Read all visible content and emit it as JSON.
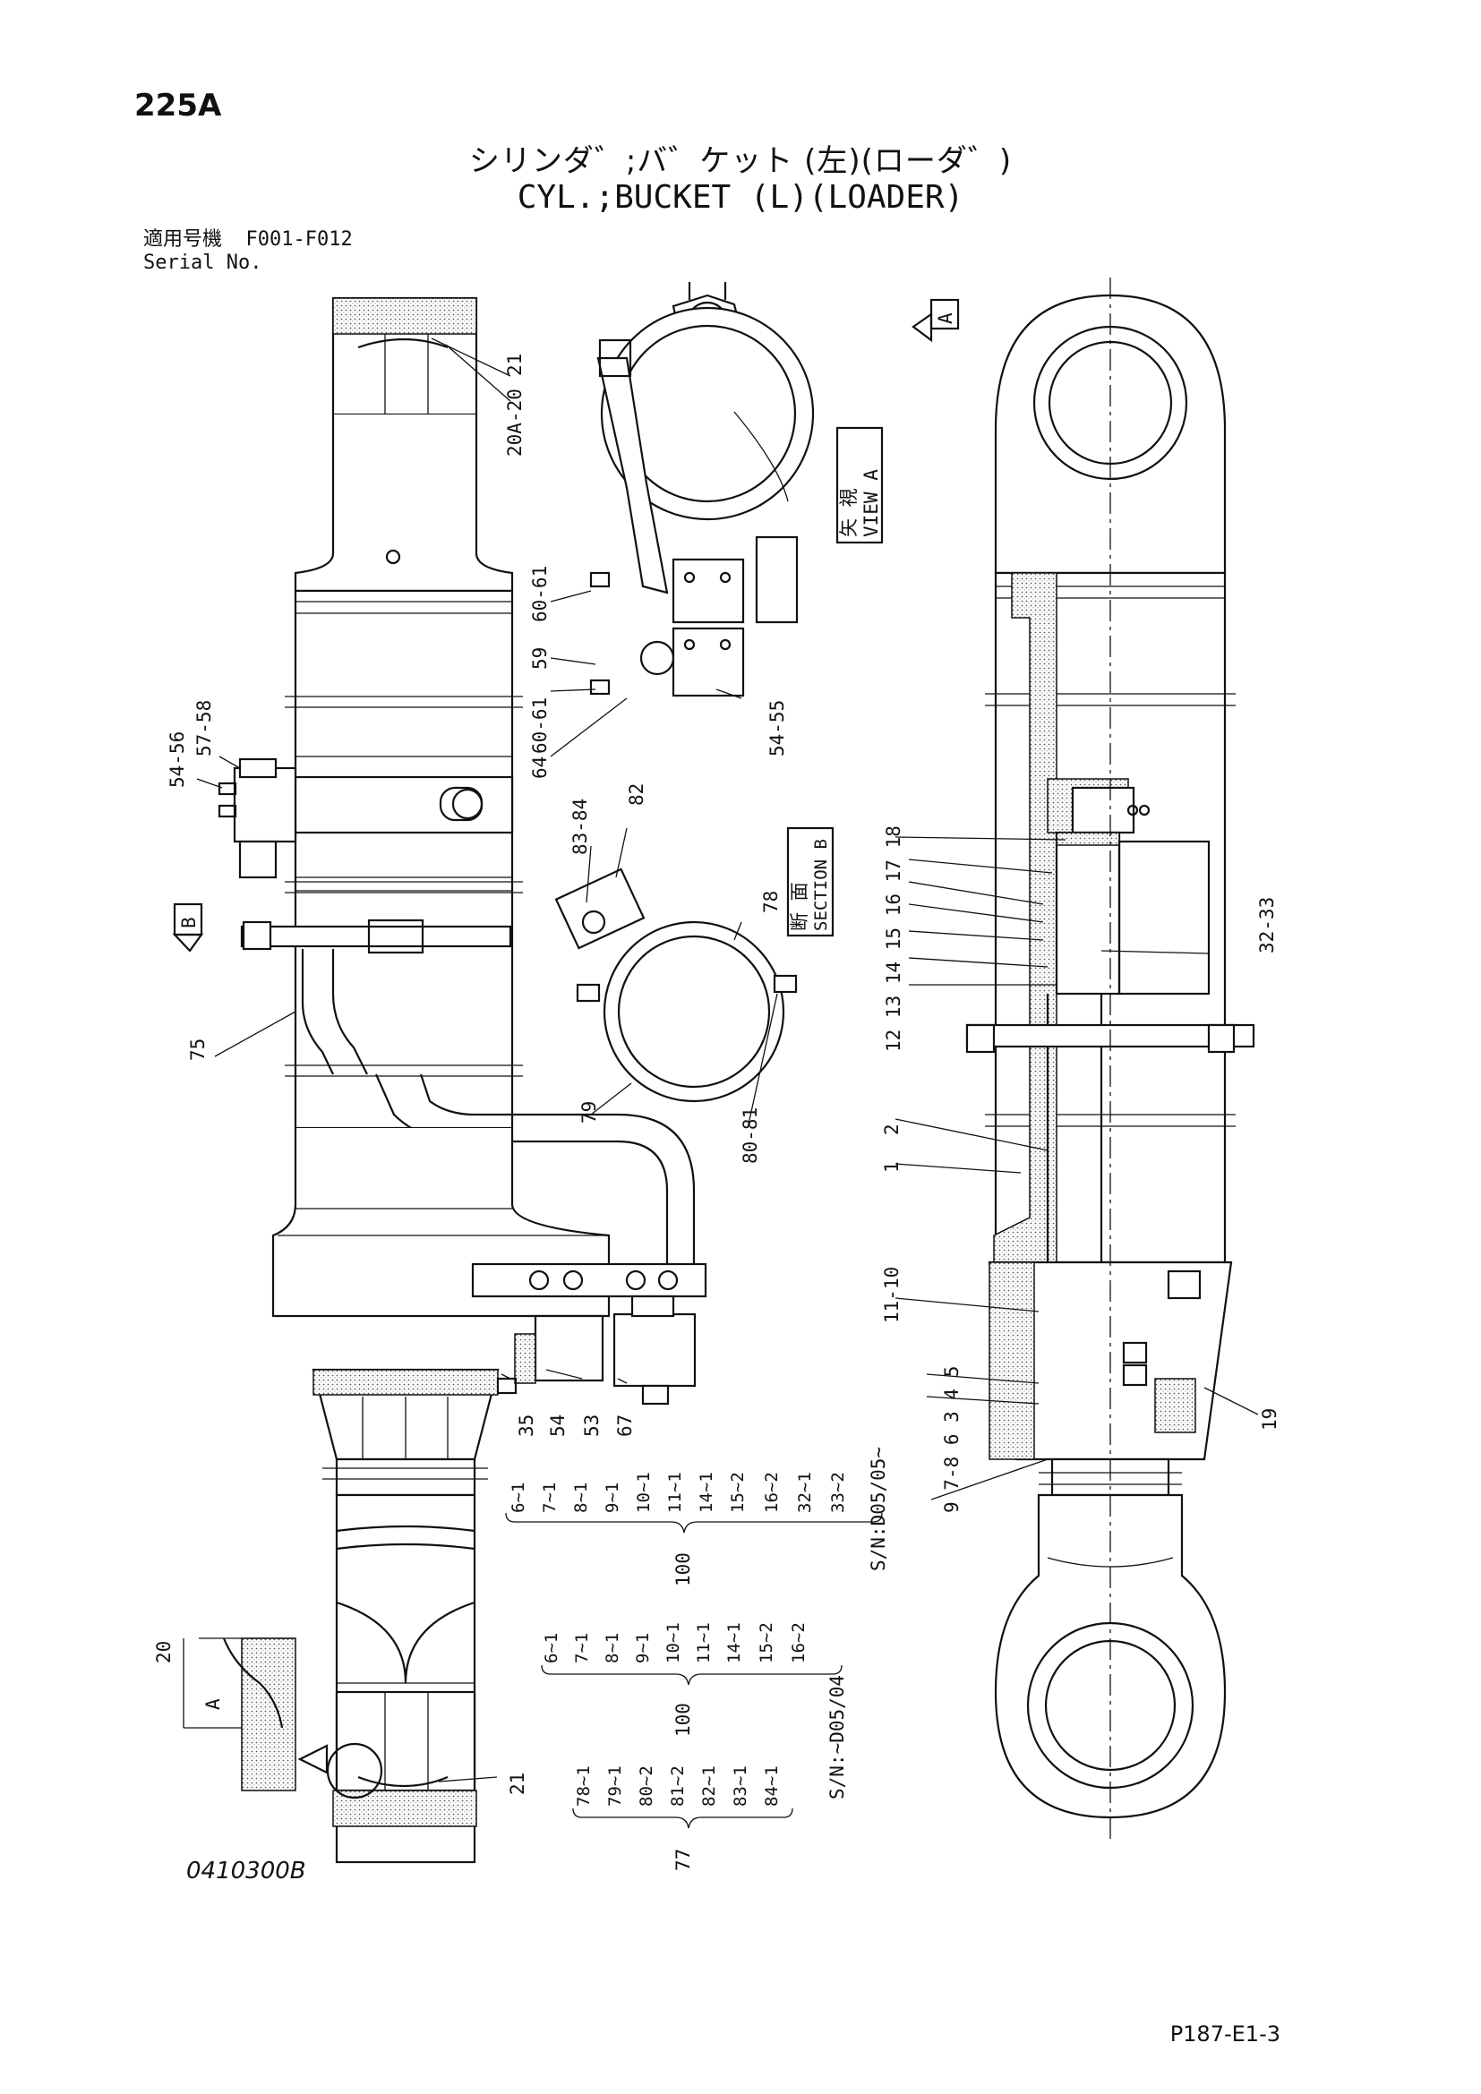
{
  "header": {
    "page_code": "225A",
    "title_ja": "シリンダ゛;バ゛ケット (左)(ローダ゛)",
    "title_en": "CYL.;BUCKET (L)(LOADER)",
    "serial_label_ja": "適用号機",
    "serial_label_en": "Serial No.",
    "serial_range": "F001-F012"
  },
  "views": {
    "view_a_ja": "矢 視",
    "view_a_en": "VIEW A",
    "section_b_ja": "断 面",
    "section_b_en": "SECTION B",
    "marker_a": "A",
    "marker_b": "B",
    "detail_a": "A"
  },
  "callouts": {
    "c_20a_20": "20A-20",
    "c_21_top": "21",
    "c_60_61_a": "60-61",
    "c_59": "59",
    "c_60_61_b": "60-61",
    "c_64": "64",
    "c_54_55": "54-55",
    "c_54_56": "54-56",
    "c_57_58": "57-58",
    "c_83_84": "83-84",
    "c_82": "82",
    "c_78": "78",
    "c_79": "79",
    "c_80_81": "80-81",
    "c_75": "75",
    "c_35": "35",
    "c_54": "54",
    "c_53": "53",
    "c_67": "67",
    "c_20": "20",
    "c_21_bot": "21",
    "c_12_18": "12 13 14 15 16 17 18",
    "c_32_33": "32-33",
    "c_1": "1",
    "c_2": "2",
    "c_11_10": "11-10",
    "c_9_5": "9 7-8 6 3 4 5",
    "c_19": "19"
  },
  "kits": {
    "kit_new": {
      "items": [
        "6~1",
        "7~1",
        "8~1",
        "9~1",
        "10~1",
        "11~1",
        "14~1",
        "15~2",
        "16~2",
        "32~1",
        "33~2"
      ],
      "number": "100",
      "serial": "S/N:D05/05~"
    },
    "kit_old": {
      "items": [
        "6~1",
        "7~1",
        "8~1",
        "9~1",
        "10~1",
        "11~1",
        "14~1",
        "15~2",
        "16~2"
      ],
      "number": "100",
      "serial": "S/N:~D05/04"
    },
    "kit_77": {
      "items": [
        "78~1",
        "79~1",
        "80~2",
        "81~2",
        "82~1",
        "83~1",
        "84~1"
      ],
      "number": "77"
    }
  },
  "footer": {
    "drawing_no": "0410300B",
    "sheet_no": "P187-E1-3"
  }
}
